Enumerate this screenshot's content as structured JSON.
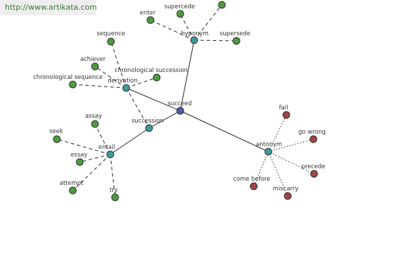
{
  "site": {
    "url": "http://www.artikata.com"
  },
  "colors": {
    "root": "#4a5aa8",
    "hub": "#3c9a9a",
    "related": "#4f9a3f",
    "antonym": "#a04545",
    "stroke": "#333333",
    "edge": "#222222"
  },
  "graph": {
    "root": "succeed",
    "hubs": [
      "hyponym",
      "derivation",
      "succession",
      "entail",
      "antonym"
    ],
    "nodes": [
      {
        "id": "succeed",
        "label": "succeed",
        "kind": "root"
      },
      {
        "id": "hyponym",
        "label": "hyponym",
        "kind": "hub"
      },
      {
        "id": "derivation",
        "label": "derivation",
        "kind": "hub"
      },
      {
        "id": "succession",
        "label": "succession",
        "kind": "hub"
      },
      {
        "id": "entail",
        "label": "entail",
        "kind": "hub"
      },
      {
        "id": "antonym",
        "label": "antonym",
        "kind": "hub"
      },
      {
        "id": "enter",
        "label": "enter",
        "kind": "related"
      },
      {
        "id": "supercede",
        "label": "supercede",
        "kind": "related"
      },
      {
        "id": "hyponym-unlabeled",
        "label": "",
        "kind": "related"
      },
      {
        "id": "supersede",
        "label": "supersede",
        "kind": "related"
      },
      {
        "id": "sequence",
        "label": "sequence",
        "kind": "related"
      },
      {
        "id": "achiever",
        "label": "achiever",
        "kind": "related"
      },
      {
        "id": "chronological-sequence",
        "label": "chronological sequence",
        "kind": "related"
      },
      {
        "id": "chronological-succession",
        "label": "chronological succession",
        "kind": "related"
      },
      {
        "id": "assay",
        "label": "assay",
        "kind": "related"
      },
      {
        "id": "seek",
        "label": "seek",
        "kind": "related"
      },
      {
        "id": "essay",
        "label": "essay",
        "kind": "related"
      },
      {
        "id": "attempt",
        "label": "attempt",
        "kind": "related"
      },
      {
        "id": "try",
        "label": "try",
        "kind": "related"
      },
      {
        "id": "fail",
        "label": "fail",
        "kind": "antonym"
      },
      {
        "id": "go-wrong",
        "label": "go wrong",
        "kind": "antonym"
      },
      {
        "id": "precede",
        "label": "precede",
        "kind": "antonym"
      },
      {
        "id": "come-before",
        "label": "come before",
        "kind": "antonym"
      },
      {
        "id": "miscarry",
        "label": "miscarry",
        "kind": "antonym"
      }
    ],
    "edges": [
      {
        "from": "succeed",
        "to": "hyponym",
        "style": "solid"
      },
      {
        "from": "succeed",
        "to": "derivation",
        "style": "solid"
      },
      {
        "from": "succeed",
        "to": "succession",
        "style": "solid"
      },
      {
        "from": "succession",
        "to": "entail",
        "style": "solid"
      },
      {
        "from": "succeed",
        "to": "antonym",
        "style": "solid"
      },
      {
        "from": "hyponym",
        "to": "enter",
        "style": "dashed"
      },
      {
        "from": "hyponym",
        "to": "supercede",
        "style": "dashed"
      },
      {
        "from": "hyponym",
        "to": "hyponym-unlabeled",
        "style": "dashed"
      },
      {
        "from": "hyponym",
        "to": "supersede",
        "style": "dashed"
      },
      {
        "from": "derivation",
        "to": "sequence",
        "style": "dashed"
      },
      {
        "from": "derivation",
        "to": "achiever",
        "style": "dashed"
      },
      {
        "from": "derivation",
        "to": "chronological-sequence",
        "style": "dashed"
      },
      {
        "from": "derivation",
        "to": "chronological-succession",
        "style": "dashed"
      },
      {
        "from": "derivation",
        "to": "succession",
        "style": "dashed"
      },
      {
        "from": "entail",
        "to": "assay",
        "style": "dashed"
      },
      {
        "from": "entail",
        "to": "seek",
        "style": "dashed"
      },
      {
        "from": "entail",
        "to": "essay",
        "style": "dashed"
      },
      {
        "from": "entail",
        "to": "attempt",
        "style": "dashed"
      },
      {
        "from": "entail",
        "to": "try",
        "style": "dashed"
      },
      {
        "from": "antonym",
        "to": "fail",
        "style": "dotted"
      },
      {
        "from": "antonym",
        "to": "go-wrong",
        "style": "dotted"
      },
      {
        "from": "antonym",
        "to": "precede",
        "style": "dotted"
      },
      {
        "from": "antonym",
        "to": "come-before",
        "style": "dotted"
      },
      {
        "from": "antonym",
        "to": "miscarry",
        "style": "dotted"
      }
    ]
  }
}
